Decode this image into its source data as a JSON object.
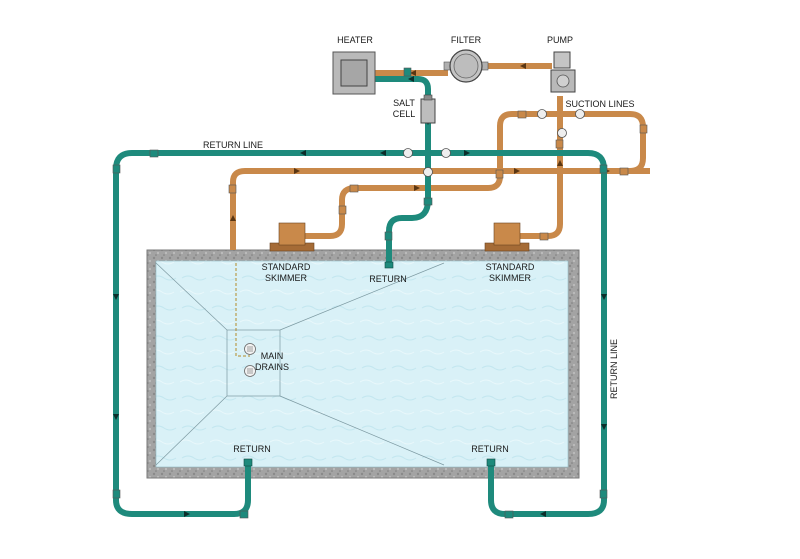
{
  "labels": {
    "heater": "HEATER",
    "filter": "FILTER",
    "pump": "PUMP",
    "salt_cell_line1": "SALT",
    "salt_cell_line2": "CELL",
    "suction_lines": "SUCTION LINES",
    "return_line_top": "RETURN LINE",
    "return_line_right": "RETURN LINE",
    "skimmer_left_line1": "STANDARD",
    "skimmer_left_line2": "SKIMMER",
    "skimmer_right_line1": "STANDARD",
    "skimmer_right_line2": "SKIMMER",
    "return_top": "RETURN",
    "main_drains_line1": "MAIN",
    "main_drains_line2": "DRAINS",
    "return_bottom_left": "RETURN",
    "return_bottom_right": "RETURN"
  },
  "colors": {
    "return_pipe": "#1e8a7c",
    "suction_pipe": "#c9894a",
    "pool_water": "#d7f0f6",
    "pool_coping": "#9a9a9a",
    "equipment": "#b9b9b9"
  }
}
